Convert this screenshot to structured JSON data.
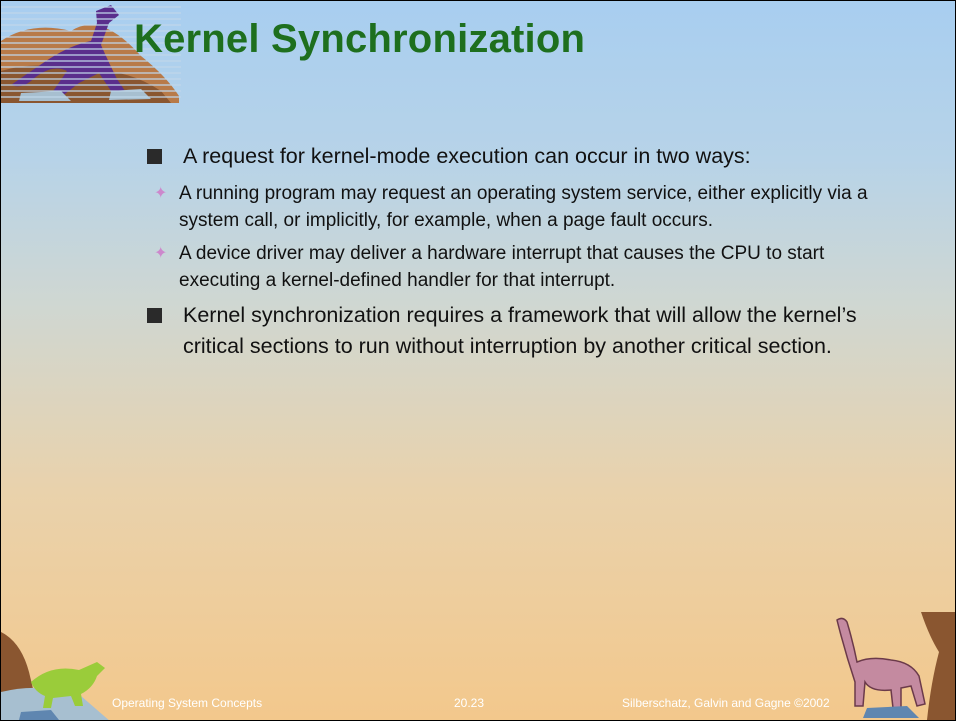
{
  "slide": {
    "title": "Kernel Synchronization",
    "bullets": [
      {
        "text": "A request for kernel-mode execution can occur in two ways:",
        "subs": [
          "A running program may request an operating system service, either explicitly via a system call, or implicitly, for example, when a page fault occurs.",
          "A device driver may deliver a hardware interrupt that causes the CPU to start executing a kernel-defined handler for that interrupt."
        ]
      },
      {
        "text": "Kernel synchronization requires a framework that will allow the kernel’s critical sections to run without interruption by another critical section.",
        "subs": []
      }
    ],
    "footer": {
      "left": "Operating System Concepts",
      "center": "20.23",
      "right": "Silberschatz, Galvin and  Gagne ©2002"
    }
  },
  "colors": {
    "title": "#1e6f1e",
    "sub_bullet_marker": "#cc88cc",
    "footer_text": "#ffffff",
    "dinosaur_top": "#5a2e8c",
    "dinosaur_bottom_left": "#9acc3a",
    "dinosaur_bottom_right": "#c48aa0"
  },
  "icons": {
    "top_left": "purple-dinosaur-icon",
    "bottom_left": "green-triceratops-icon",
    "bottom_right": "pink-brontosaurus-icon"
  }
}
